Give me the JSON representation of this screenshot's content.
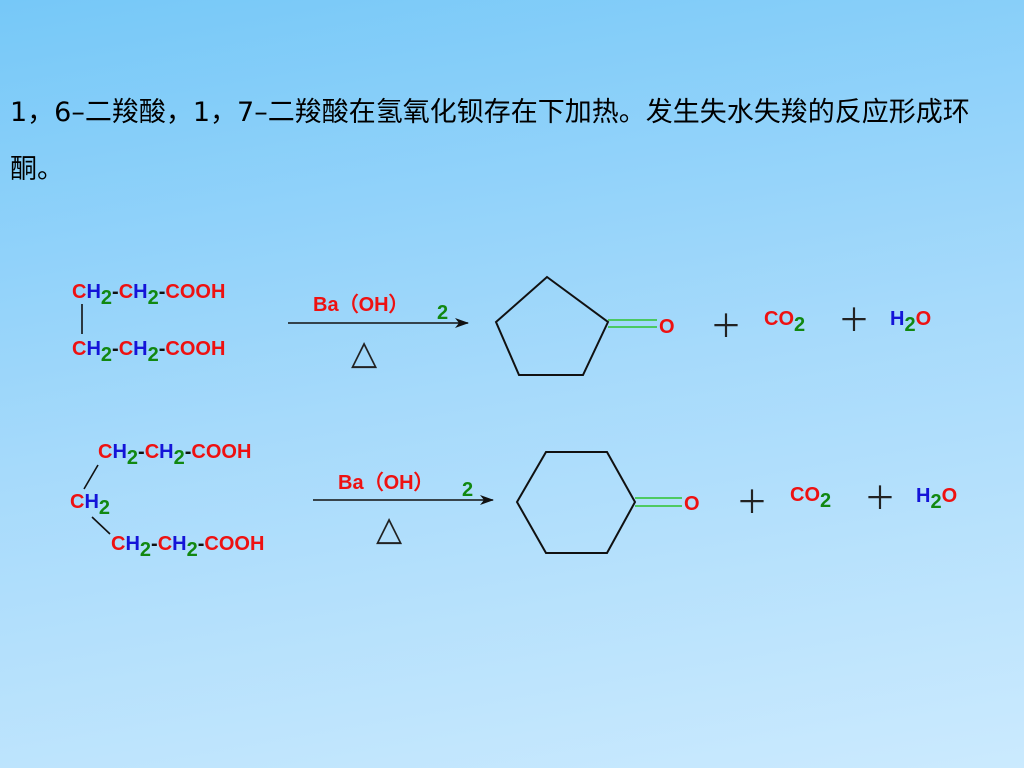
{
  "intro_text": "1，6–二羧酸，1，7–二羧酸在氢氧化钡存在下加热。发生失水失羧的反应形成环酮。",
  "reaction1": {
    "top_chain": {
      "c1": "C",
      "h1": "H",
      "s1": "2",
      "d1": "-",
      "c2": "C",
      "h2": "H",
      "s2": "2",
      "d2": "-",
      "cooh": "COOH"
    },
    "bottom_chain": {
      "c1": "C",
      "h1": "H",
      "s1": "2",
      "d1": "-",
      "c2": "C",
      "h2": "H",
      "s2": "2",
      "d2": "-",
      "cooh": "COOH"
    },
    "reagent": "Ba（OH）",
    "reagent_sub": "2",
    "condition": "△",
    "product_o": "O",
    "plus1": "＋",
    "co2": {
      "c": "CO",
      "sub": "2"
    },
    "plus2": "＋",
    "h2o": {
      "h": "H",
      "sub": "2",
      "o": "O"
    }
  },
  "reaction2": {
    "top_chain": {
      "c1": "C",
      "h1": "H",
      "s1": "2",
      "d1": "-",
      "c2": "C",
      "h2": "H",
      "s2": "2",
      "d2": "-",
      "cooh": "COOH"
    },
    "mid": {
      "c": "C",
      "h": "H",
      "sub": "2"
    },
    "bottom_chain": {
      "c1": "C",
      "h1": "H",
      "s1": "2",
      "d1": "-",
      "c2": "C",
      "h2": "H",
      "s2": "2",
      "d2": "-",
      "cooh": "COOH"
    },
    "reagent": "Ba（OH）",
    "reagent_sub": "2",
    "condition": "△",
    "product_o": "O",
    "plus1": "＋",
    "co2": {
      "c": "CO",
      "sub": "2"
    },
    "plus2": "＋",
    "h2o": {
      "h": "H",
      "sub": "2",
      "o": "O"
    }
  },
  "colors": {
    "carbon_red": "#ee1111",
    "hydrogen_blue": "#1414d8",
    "subscript_green": "#118811",
    "double_bond_green": "#2ec42e"
  }
}
